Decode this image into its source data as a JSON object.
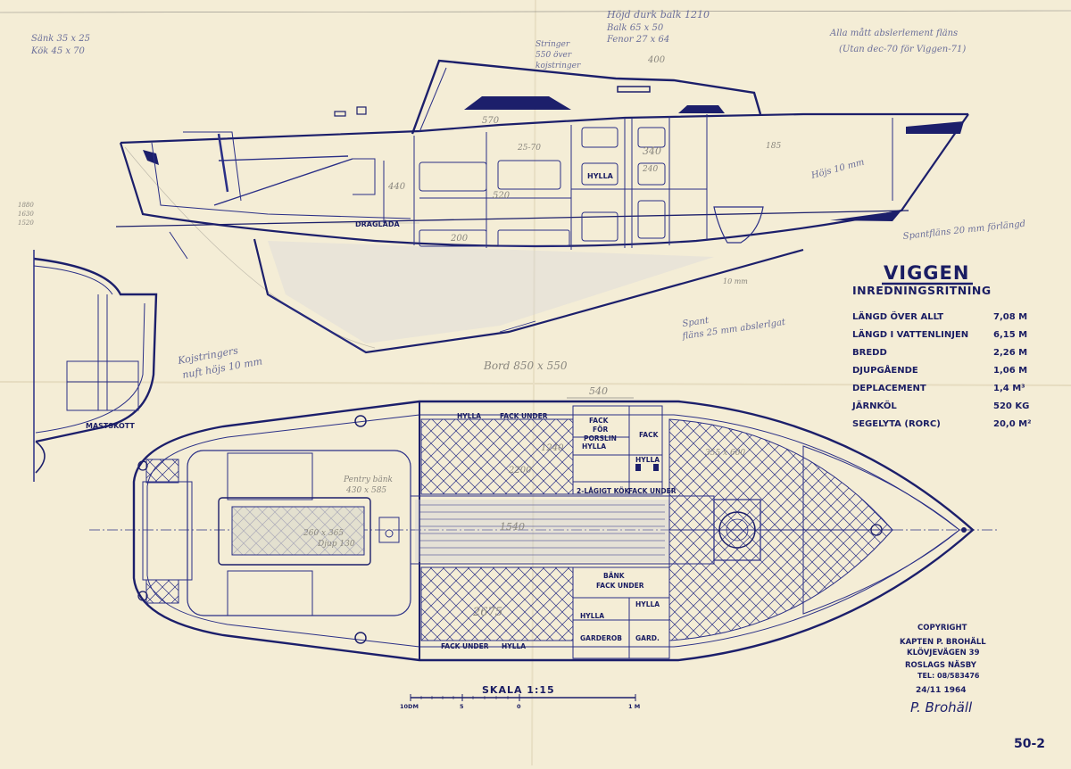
{
  "title": {
    "name": "VIGGEN",
    "subtitle": "INREDNINGSRITNING"
  },
  "specs": [
    {
      "label": "LÄNGD ÖVER ALLT",
      "value": "7,08 M"
    },
    {
      "label": "LÄNGD I VATTENLINJEN",
      "value": "6,15 M"
    },
    {
      "label": "BREDD",
      "value": "2,26 M"
    },
    {
      "label": "DJUPGÅENDE",
      "value": "1,06 M"
    },
    {
      "label": "DEPLACEMENT",
      "value": "1,4 M³"
    },
    {
      "label": "JÄRNKÖL",
      "value": "520 KG"
    },
    {
      "label": "SEGELYTA (RORC)",
      "value": "20,0 M²"
    }
  ],
  "labels": {
    "mastskott": "MASTSKOTT",
    "draglada": "DRAGLÅDA",
    "hylla_top": "HYLLA",
    "fack_under_top": "FACK UNDER",
    "fack_for_porslin": [
      "FACK",
      "FÖR",
      "PORSLIN"
    ],
    "fack_right": "FACK",
    "hylla_mid1": "HYLLA",
    "hylla_mid2": "HYLLA",
    "kok": "2-LÅGIGT KÖK",
    "fack_under_mid": "FACK UNDER",
    "bank": "BÄNK",
    "fack_under_low": "FACK UNDER",
    "hylla_low1": "HYLLA",
    "hylla_low2": "HYLLA",
    "garderob": "GARDEROB",
    "gard": "GARD.",
    "fack_under_bottom": "FACK UNDER",
    "hylla_bottom": "HYLLA",
    "hylla_side": "HYLLA"
  },
  "scale": {
    "title": "SKALA 1:15",
    "ticks": [
      "10DM",
      "5",
      "0",
      "1 M"
    ]
  },
  "copyright": {
    "heading": "COPYRIGHT",
    "lines": [
      "KAPTEN P. BROHÄLL",
      "KLÖVJEVÄGEN 39",
      "ROSLAGS NÄSBY",
      "TEL: 08/583476"
    ],
    "date": "24/11 1964",
    "signature": "P. Brohäll"
  },
  "drawing_number": "50-2",
  "annotations": {
    "top_left": [
      "Sänk 35 x 25",
      "Kök 45 x 70"
    ],
    "top_center": [
      "Höjd durk balk 1210",
      "Balk 65 x 50",
      "Fenor 27 x 64"
    ],
    "top_right": [
      "Alla mått abslerlement fläns",
      "(Utan dec-70 för Viggen-71)"
    ],
    "stringer": [
      "Stringer",
      "550 över",
      "kojstringer"
    ],
    "koj": [
      "Kojstringers",
      "nuft höjs 10 mm"
    ],
    "bord": "Bord 850 x 550",
    "spant": [
      "Spant",
      "fläns 25 mm abslerlgat"
    ],
    "spantflans": "Spantfläns 20 mm förlängd",
    "hojs": "Höjs 10 mm",
    "pentry": [
      "Pentry bänk",
      "430 x 585"
    ],
    "dim_260": [
      "260 x 365",
      "Djup 130"
    ],
    "dims": [
      "540",
      "400",
      "2200",
      "1540",
      "2675",
      "1240",
      "355 x 600",
      "10 mm"
    ],
    "side_dims": [
      "1880",
      "1630",
      "1520"
    ]
  }
}
